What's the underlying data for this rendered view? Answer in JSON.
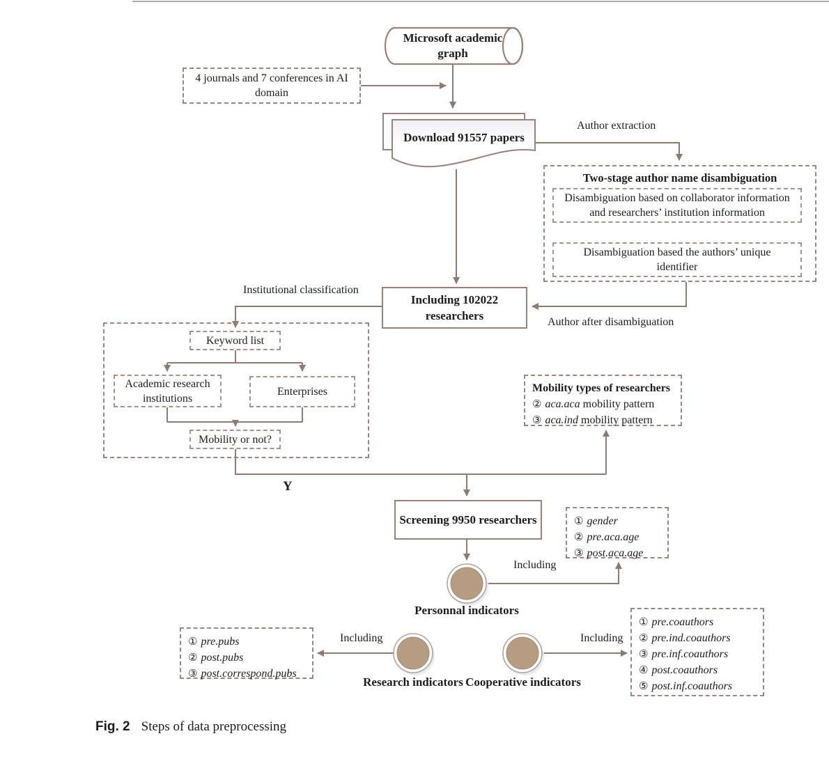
{
  "figure": {
    "caption_label": "Fig. 2",
    "caption_title": "Steps of data preprocessing"
  },
  "colors": {
    "line": "#8d7a71",
    "solid_border": "#9b8178",
    "dashed_border": "#9a867e",
    "circle_fill": "#b69c81",
    "page_rule": "#ababab"
  },
  "nodes": {
    "mag": "Microsoft academic graph",
    "journals": "4 journals and 7 conferences in AI domain",
    "download": "Download 91557 papers",
    "including_researchers": "Including 102022 researchers",
    "keyword_list": "Keyword list",
    "academic_institutions": "Academic research institutions",
    "enterprises": "Enterprises",
    "mobility_or_not": "Mobility or not?",
    "screening": "Screening 9950 researchers"
  },
  "labels": {
    "author_extraction": "Author extraction",
    "institutional_classification": "Institutional classification",
    "author_after_disambiguation": "Author after disambiguation",
    "yes": "Y"
  },
  "disambiguation": {
    "title": "Two-stage author name disambiguation",
    "stage1": "Disambiguation based on collaborator information and researchers’ institution information",
    "stage2": "Disambiguation based the authors’ unique identifier"
  },
  "mobility": {
    "title": "Mobility types of researchers",
    "items": [
      {
        "num": "②",
        "it": "aca.aca",
        "rest": "mobility pattern"
      },
      {
        "num": "③",
        "it": "aca.ind",
        "rest": "mobility pattern"
      }
    ]
  },
  "personal": {
    "label": "Personnal indicators",
    "including": "Including",
    "items": [
      {
        "num": "①",
        "text": "gender"
      },
      {
        "num": "②",
        "text": "pre.aca.age"
      },
      {
        "num": "③",
        "text": "post.aca.age"
      }
    ]
  },
  "research": {
    "label": "Research indicators",
    "including": "Including",
    "items": [
      {
        "num": "①",
        "text": "pre.pubs"
      },
      {
        "num": "②",
        "text": "post.pubs"
      },
      {
        "num": "③",
        "text": "post.correspond.pubs"
      }
    ]
  },
  "cooperative": {
    "label": "Cooperative indicators",
    "including": "Including",
    "items": [
      {
        "num": "①",
        "text": "pre.coauthors"
      },
      {
        "num": "②",
        "text": "pre.ind.coauthors"
      },
      {
        "num": "③",
        "text": "pre.inf.coauthors"
      },
      {
        "num": "④",
        "text": "post.coauthors"
      },
      {
        "num": "⑤",
        "text": "post.inf.coauthors"
      }
    ]
  }
}
